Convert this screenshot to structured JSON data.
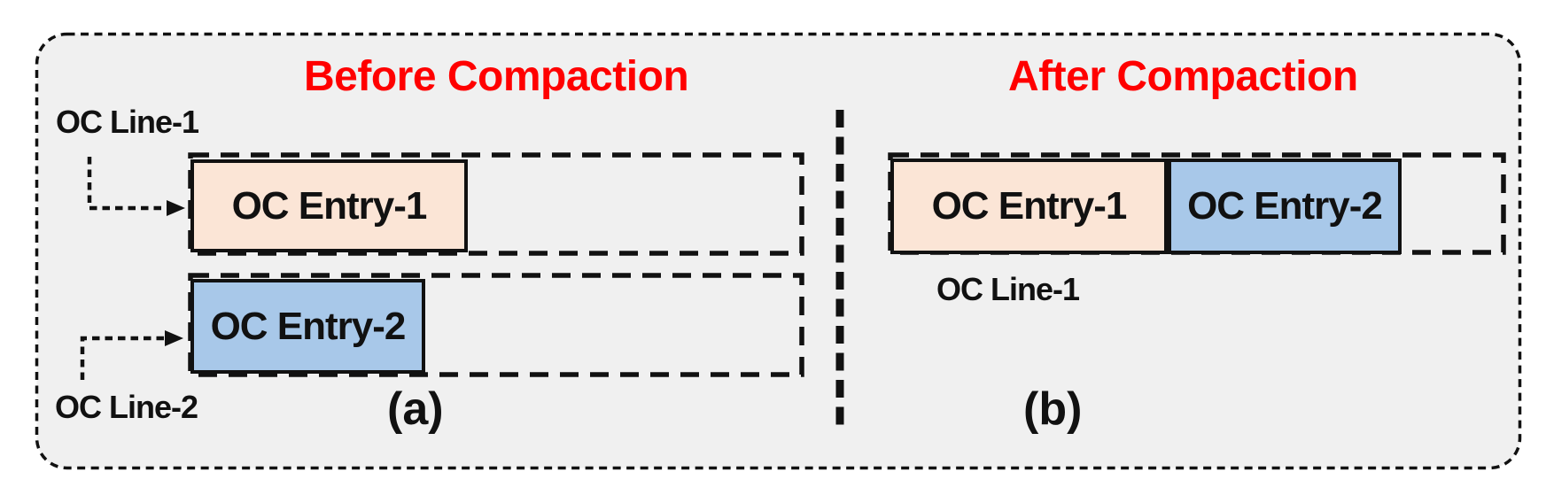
{
  "figure": {
    "before": {
      "title": "Before Compaction",
      "line1_label": "OC Line-1",
      "line2_label": "OC Line-2",
      "entry1_label": "OC Entry-1",
      "entry2_label": "OC Entry-2",
      "caption": "(a)"
    },
    "after": {
      "title": "After Compaction",
      "line1_label": "OC Line-1",
      "entry1_label": "OC Entry-1",
      "entry2_label": "OC Entry-2",
      "caption": "(b)"
    },
    "colors": {
      "title_red": "#ff0000",
      "entry1_fill": "#fbe5d6",
      "entry2_fill": "#a8c8e9",
      "frame_bg": "#f0f0f0",
      "ink": "#111111"
    }
  }
}
